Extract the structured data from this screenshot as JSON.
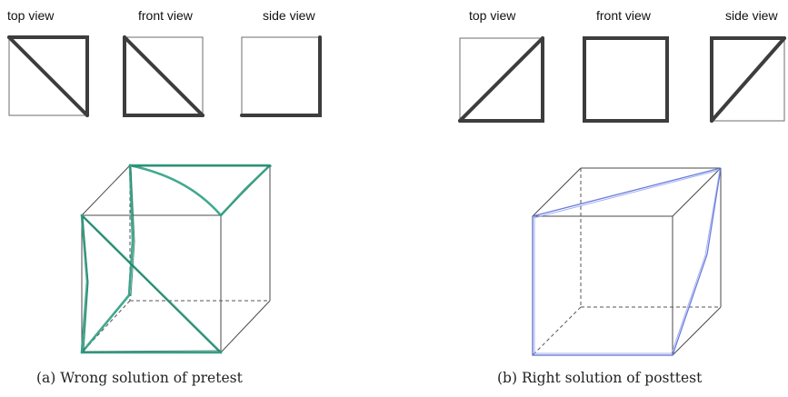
{
  "panel_a": {
    "labels": {
      "top": "top view",
      "front": "front view",
      "side": "side view"
    },
    "caption": "(a) Wrong solution of pretest",
    "ink_color": "#2e9e82"
  },
  "panel_b": {
    "labels": {
      "top": "top view",
      "front": "front view",
      "side": "side view"
    },
    "caption": "(b) Right solution of posttest",
    "ink_color": "#5a6fd6"
  }
}
